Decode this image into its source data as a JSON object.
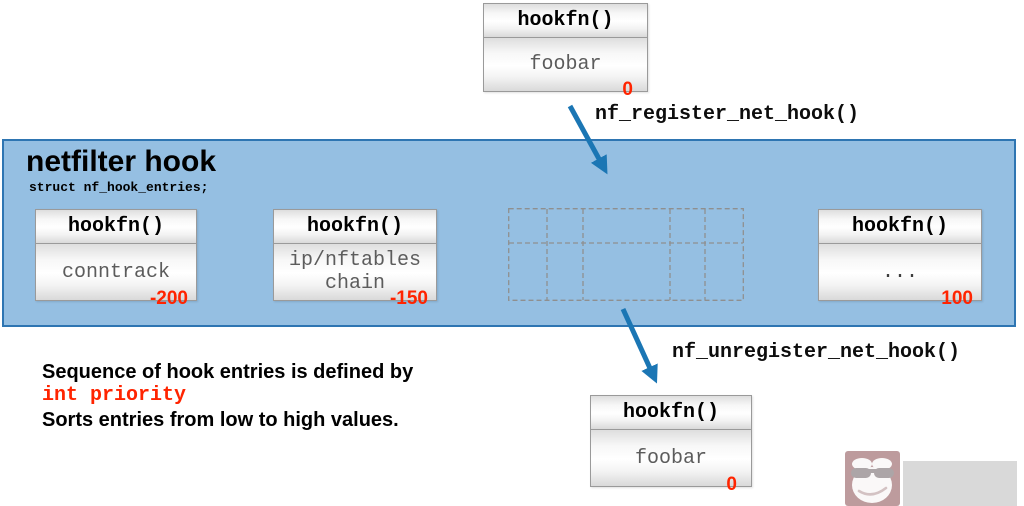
{
  "colors": {
    "region_fill": "#95bfe2",
    "region_border": "#2e75b2",
    "arrow_blue": "#1b76b4",
    "priority_red": "#ff2400",
    "box_border": "#9a9a9a",
    "body_text_gray": "#5c5c5c"
  },
  "hook_region": {
    "title": "netfilter hook",
    "subtitle": "struct nf_hook_entries;"
  },
  "labels": {
    "register": "nf_register_net_hook()",
    "unregister": "nf_unregister_net_hook()"
  },
  "entries": {
    "pending": {
      "fn": "hookfn()",
      "owner": "foobar",
      "priority": "0"
    },
    "conntrack": {
      "fn": "hookfn()",
      "owner": "conntrack",
      "priority": "-200"
    },
    "nftables": {
      "fn": "hookfn()",
      "owner": "ip/nftables\nchain",
      "priority": "-150"
    },
    "more": {
      "fn": "hookfn()",
      "owner": "...",
      "priority": "100"
    },
    "removed": {
      "fn": "hookfn()",
      "owner": "foobar",
      "priority": "0"
    }
  },
  "note": {
    "line1": "Sequence of hook entries is defined by",
    "line2": "int priority",
    "line3": "Sorts entries from low to high values."
  },
  "icons": {
    "placeholder_slot": "dashed-slot-grid",
    "watermark": "mascot-logo"
  }
}
